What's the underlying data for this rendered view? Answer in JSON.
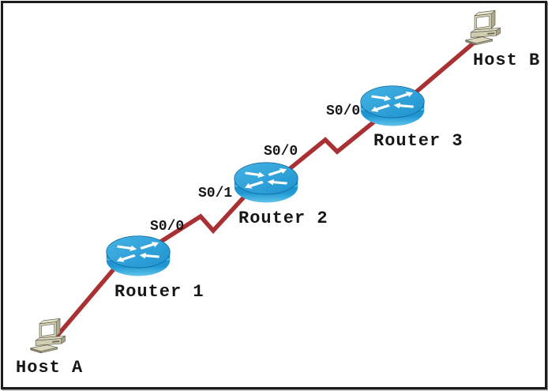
{
  "diagram": {
    "kind": "network-topology",
    "background_color": "#ffffff",
    "border_color": "#1c1c1c",
    "link_color": "#a93134",
    "router_color": "#2098d4",
    "host_color": "#d8d5b8",
    "nodes": [
      {
        "id": "host-a",
        "type": "host",
        "label": "Host A"
      },
      {
        "id": "router-1",
        "type": "router",
        "label": "Router 1",
        "interfaces": [
          {
            "name": "S0/0"
          }
        ]
      },
      {
        "id": "router-2",
        "type": "router",
        "label": "Router 2",
        "interfaces": [
          {
            "name": "S0/1"
          },
          {
            "name": "S0/0"
          }
        ]
      },
      {
        "id": "router-3",
        "type": "router",
        "label": "Router 3",
        "interfaces": [
          {
            "name": "S0/0"
          }
        ]
      },
      {
        "id": "host-b",
        "type": "host",
        "label": "Host B"
      }
    ],
    "links": [
      {
        "from": "Host A",
        "to": "Router 1"
      },
      {
        "from": "Router 1",
        "from_interface": "S0/0",
        "to": "Router 2",
        "to_interface": "S0/1",
        "style": "serial-zigzag"
      },
      {
        "from": "Router 2",
        "from_interface": "S0/0",
        "to": "Router 3",
        "to_interface": "S0/0",
        "style": "serial-zigzag"
      },
      {
        "from": "Router 3",
        "to": "Host B"
      }
    ]
  }
}
